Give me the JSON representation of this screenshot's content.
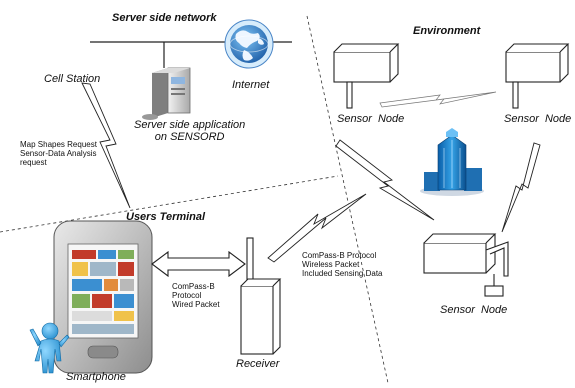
{
  "diagram": {
    "sections": {
      "server_side_network": "Server side network",
      "environment": "Environment",
      "users_terminal": "Users Terminal"
    },
    "nodes": {
      "cell_station": "Cell Station",
      "internet": "Internet",
      "server_app": "Server side application\non SENSORD",
      "sensor_node_left": "Sensor  Node",
      "sensor_node_right": "Sensor  Node",
      "sensor_node_bottom": "Sensor  Node",
      "smartphone": "Smartphone",
      "receiver": "Receiver"
    },
    "link_labels": {
      "cell_link": "Map Shapes Request\nSensor-Data Analysis\nrequest",
      "wired_link": "ComPass-B\nProtocol\nWired Packet",
      "wireless_link": "ComPass-B Protocol\nWireless Packet\nIncluded Sensing Data"
    }
  }
}
